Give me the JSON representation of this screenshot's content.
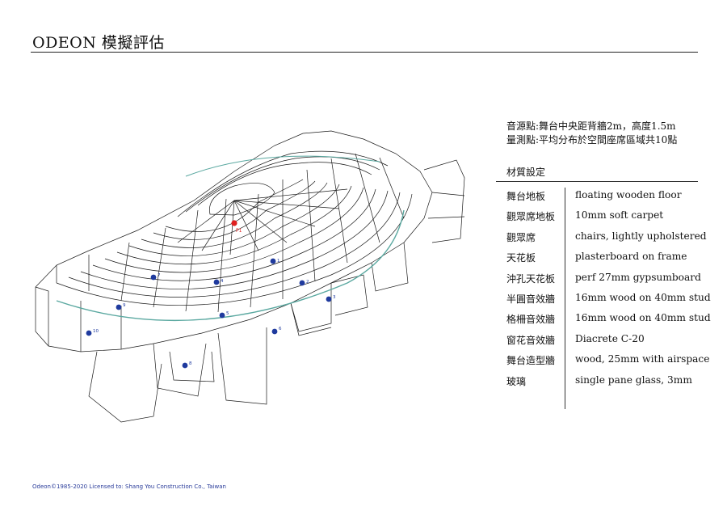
{
  "header": {
    "title": "ODEON 模擬評估"
  },
  "notes": {
    "source": "音源點:舞台中央距背牆2m，高度1.5m",
    "receivers": "量測點:平均分布於空間座席區域共10點"
  },
  "materials": {
    "heading": "材質設定",
    "rows": [
      {
        "name": "舞台地板",
        "value": "floating wooden floor"
      },
      {
        "name": "觀眾席地板",
        "value": "10mm soft carpet"
      },
      {
        "name": "觀眾席",
        "value": "chairs, lightly upholstered"
      },
      {
        "name": "天花板",
        "value": "plasterboard on frame"
      },
      {
        "name": "沖孔天花板",
        "value": "perf 27mm gypsumboard"
      },
      {
        "name": "半圓音效牆",
        "value": "16mm wood on 40mm stud"
      },
      {
        "name": "格柵音效牆",
        "value": "16mm wood on 40mm stud"
      },
      {
        "name": "窗花音效牆",
        "value": "Diacrete C-20"
      },
      {
        "name": "舞台造型牆",
        "value": "wood, 25mm with airspace"
      },
      {
        "name": "玻璃",
        "value": "single pane glass, 3mm"
      }
    ]
  },
  "model": {
    "source_label": "P1",
    "source_color": "#e02020",
    "receiver_color": "#1f3a9e",
    "receivers": [
      "1",
      "2",
      "3",
      "4",
      "5",
      "6",
      "7",
      "8",
      "9",
      "10"
    ]
  },
  "footer": {
    "text": "Odeon©1985-2020   Licensed to: Shang You Construction Co., Taiwan"
  }
}
